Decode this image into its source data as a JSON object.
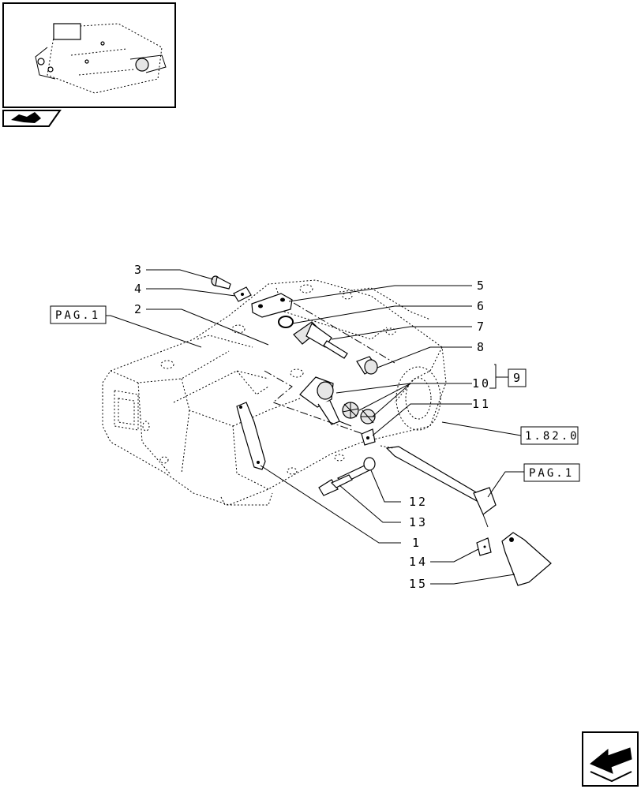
{
  "callouts": {
    "c1": "1",
    "c2": "2",
    "c3": "3",
    "c4": "4",
    "c5": "5",
    "c6": "6",
    "c7": "7",
    "c8": "8",
    "c9": "9",
    "c10": "10",
    "c11": "11",
    "c12": "12",
    "c13": "13",
    "c14": "14",
    "c15": "15"
  },
  "references": {
    "pag_left": "PAG.1",
    "pag_right": "PAG.1",
    "section_ref": "1.82.0"
  },
  "icons": {
    "thumbnail": "assembly-thumbnail",
    "category": "tractor-section-icon",
    "nav": "next-page-arrow-icon"
  }
}
